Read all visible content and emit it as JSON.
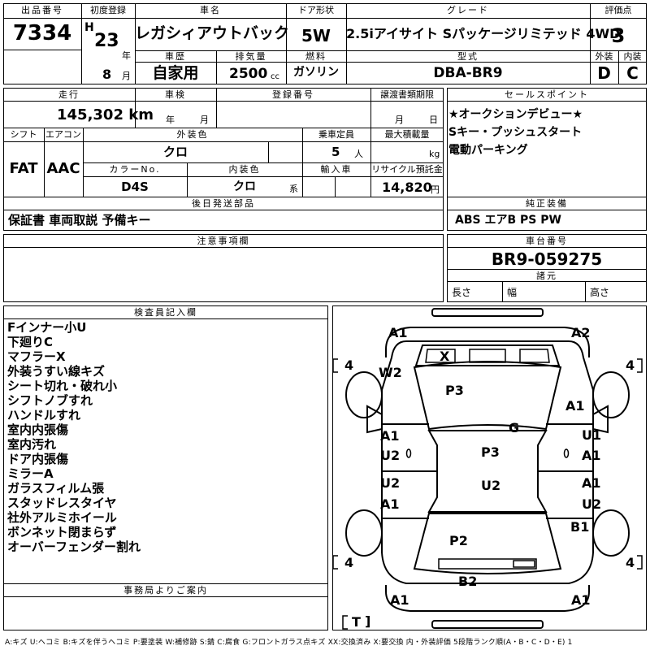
{
  "header": {
    "lot_label": "出品番号",
    "lot_value": "7334",
    "first_reg_label": "初度登録",
    "era": "H",
    "year": "23",
    "year_unit": "年",
    "month": "8",
    "month_unit": "月",
    "car_name_label": "車名",
    "car_name": "レガシィアウトバック",
    "door_label": "ドア形状",
    "door": "5W",
    "grade_label": "グレード",
    "grade": "2.5iアイサイト Sパッケージリミテッド 4WD",
    "score_label": "評価点",
    "score": "3",
    "history_label": "車歴",
    "history": "自家用",
    "displacement_label": "排気量",
    "displacement": "2500",
    "displacement_unit": "cc",
    "fuel_label": "燃料",
    "fuel": "ガソリン",
    "model_label": "型式",
    "model": "DBA-BR9",
    "ext_grade_label": "外装",
    "ext_grade": "D",
    "int_grade_label": "内装",
    "int_grade": "C"
  },
  "info": {
    "mileage_label": "走行",
    "mileage": "145,302 km",
    "inspection_label": "車検",
    "year_unit": "年",
    "month_unit": "月",
    "reg_label": "登録番号",
    "transfer_label": "譲渡書類期限",
    "day_unit": "日",
    "shift_label": "シフト",
    "shift": "FAT",
    "ac_label": "エアコン",
    "ac": "AAC",
    "ext_color_label": "外装色",
    "ext_color": "クロ",
    "capacity_label": "乗車定員",
    "capacity": "5",
    "capacity_unit": "人",
    "load_label": "最大積載量",
    "load_unit": "kg",
    "color_no_label": "カラーNo.",
    "color_no": "D4S",
    "int_color_label": "内装色",
    "int_color": "クロ",
    "int_color_unit": "系",
    "import_label": "輸入車",
    "recycle_label": "リサイクル預託金",
    "recycle": "14,820",
    "recycle_unit": "円",
    "parts_label": "後日発送部品",
    "parts": "保証書 車両取説 予備キー",
    "caution_label": "注意事項欄"
  },
  "sales": {
    "label": "セールスポイント",
    "points": [
      "★オークションデビュー★",
      "Sキー・プッシュスタート",
      "電動パーキング"
    ],
    "equip_label": "純正装備",
    "equip": "ABS エアB PS PW",
    "chassis_label": "車台番号",
    "chassis": "BR9-059275",
    "dims_label": "諸元",
    "length_label": "長さ",
    "width_label": "幅",
    "height_label": "高さ"
  },
  "inspector": {
    "label": "検査員記入欄",
    "notes": [
      "Fインナー小U",
      "下廻りC",
      "マフラーX",
      "外装うすい線キズ",
      "シート切れ・破れ小",
      "シフトノブすれ",
      "ハンドルすれ",
      "室内内張傷",
      "室内汚れ",
      "ドア内張傷",
      "ミラーA",
      "ガラスフィルム張",
      "スタッドレスタイヤ",
      "社外アルミホイール",
      "ボンネット閉まらず",
      "オーバーフェンダー割れ"
    ]
  },
  "office": {
    "label": "事務局よりご案内"
  },
  "diagram": {
    "marks": {
      "a1_fl": "A1",
      "a2_fr": "A2",
      "x_front": "X",
      "w2": "W2",
      "p3_hood": "P3",
      "a1_fender_r": "A1",
      "g": "G",
      "a1_door_l1": "A1",
      "u2_door_l1": "U2",
      "u1_door_r1": "U1",
      "a1_door_r1": "A1",
      "p3_roof": "P3",
      "u2_roof": "U2",
      "u2_door_l2": "U2",
      "a1_door_l2": "A1",
      "a1_door_r2": "A1",
      "u2_door_r2": "U2",
      "b1": "B1",
      "p2": "P2",
      "b2": "B2",
      "a1_rl": "A1",
      "a1_rr": "A1"
    },
    "tires": {
      "fl": "4",
      "fr": "4",
      "rl": "4",
      "rr": "4",
      "spare": "T"
    }
  },
  "legend": "A:キズ U:ヘコミ B:キズを伴うヘコミ P:要塗装 W:補修跡 S:錆 C:腐食 G:フロントガラス点キズ XX:交換済み X:要交換 内・外装評価 5段階ランク順(A・B・C・D・E) 1"
}
